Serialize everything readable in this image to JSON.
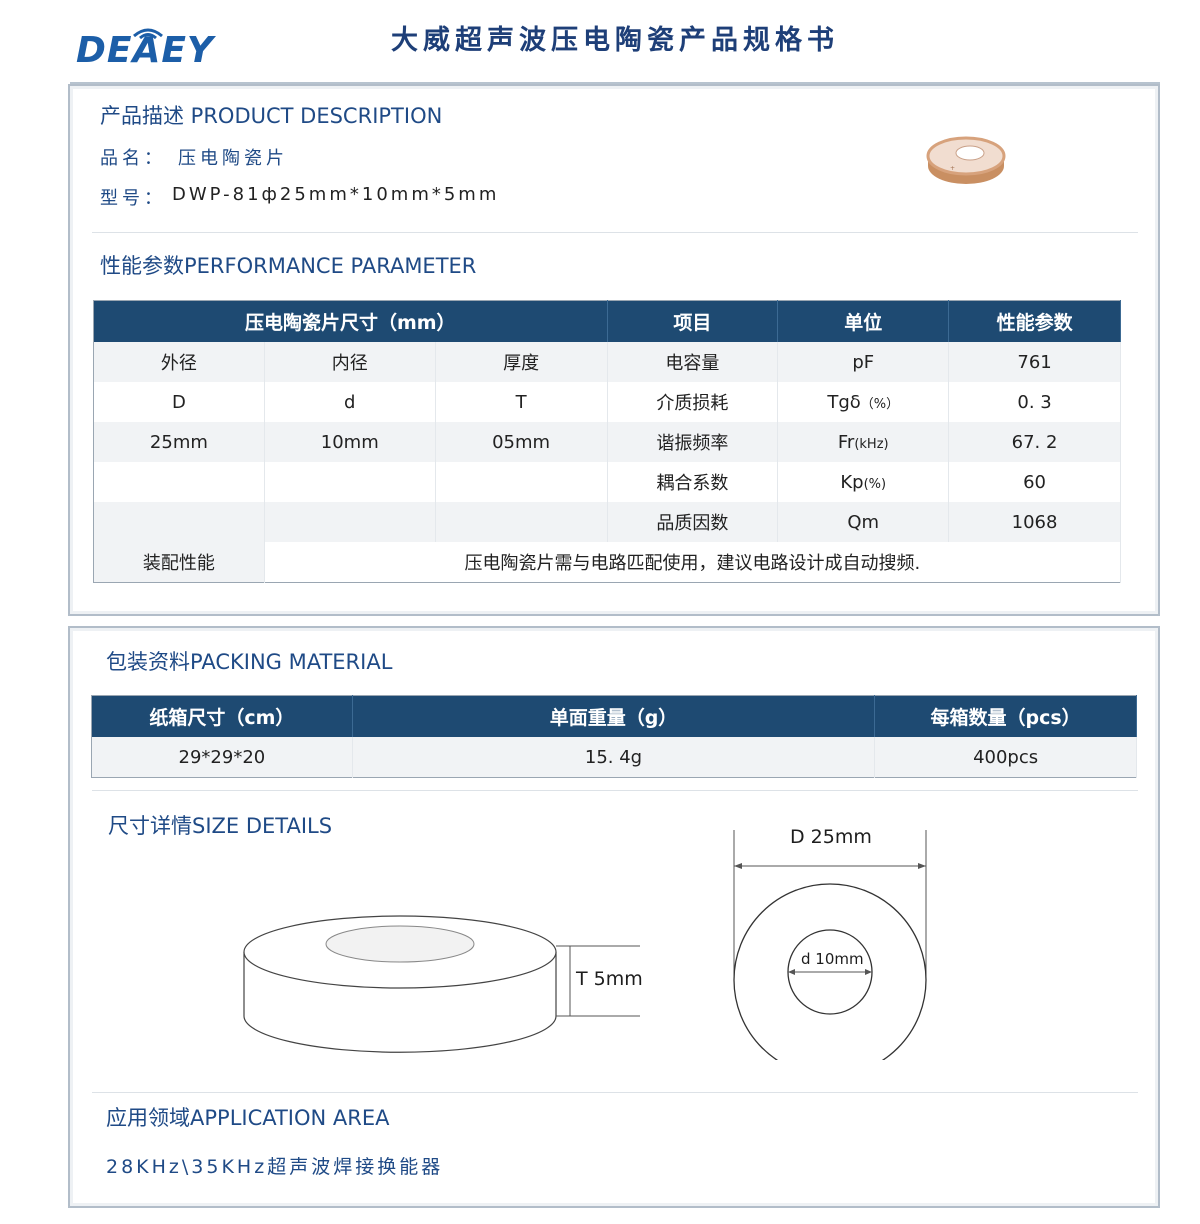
{
  "header": {
    "logo": "DEAEY",
    "title": "大威超声波压电陶瓷产品规格书"
  },
  "product": {
    "section_title": "产品描述 PRODUCT DESCRIPTION",
    "name_label": "品名：",
    "name_value": "压电陶瓷片",
    "model_label": "型号：",
    "model_value": "DWP-81ф25mm*10mm*5mm"
  },
  "performance": {
    "section_title": "性能参数PERFORMANCE PARAMETER",
    "headers": [
      "压电陶瓷片尺寸（mm）",
      "项目",
      "单位",
      "性能参数"
    ],
    "rows": [
      [
        "外径",
        "内径",
        "厚度",
        "电容量",
        "pF",
        "",
        "761"
      ],
      [
        "D",
        "d",
        "T",
        "介质损耗",
        "Tgδ",
        "（%）",
        "0. 3"
      ],
      [
        "25mm",
        "10mm",
        "05mm",
        "谐振频率",
        "Fr",
        "(kHz)",
        "67. 2"
      ],
      [
        "",
        "",
        "",
        "耦合系数",
        "Kp",
        "(%)",
        "60"
      ],
      [
        "",
        "",
        "",
        "品质因数",
        "Qm",
        "",
        "1068"
      ]
    ],
    "assembly_label": "装配性能",
    "assembly_value": "压电陶瓷片需与电路匹配使用，建议电路设计成自动搜频."
  },
  "packing": {
    "section_title": "包装资料PACKING MATERIAL",
    "headers": [
      "纸箱尺寸（cm）",
      "单面重量（g）",
      "每箱数量（pcs）"
    ],
    "values": [
      "29*29*20",
      "15. 4g",
      "400pcs"
    ]
  },
  "size": {
    "section_title": "尺寸详情SIZE DETAILS",
    "thickness_label": "T 5mm",
    "outer_label": "D 25mm",
    "inner_label": "d 10mm"
  },
  "application": {
    "section_title": "应用领域APPLICATION AREA",
    "value": "28KHz\\35KHz超声波焊接换能器"
  },
  "colors": {
    "navy": "#1e4a72",
    "title_blue": "#1f4a86",
    "logo_blue": "#1c5ea8",
    "ceramic": "#d9a47a"
  }
}
